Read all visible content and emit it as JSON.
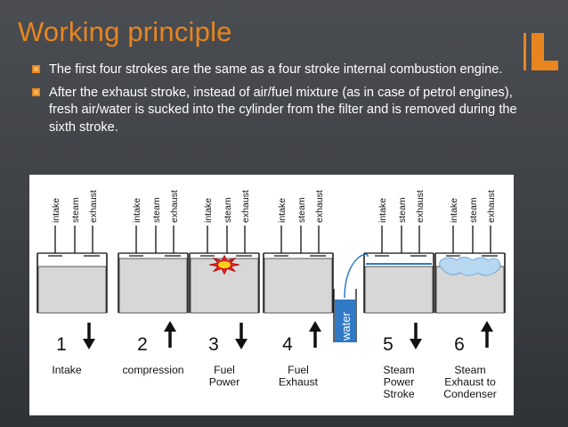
{
  "title": "Working principle",
  "bullets": [
    "The first four strokes are the same as a four stroke internal combustion engine.",
    "After the exhaust stroke, instead of air/fuel mixture (as in case of petrol engines), fresh air/water is sucked into the cylinder from the filter and is removed during the sixth stroke."
  ],
  "diagram": {
    "valve_labels": [
      "intake",
      "steam",
      "exhaust"
    ],
    "water_label": "water",
    "strokes": [
      {
        "number": "1",
        "caption": [
          "Intake"
        ],
        "arrow": "down",
        "top": "none"
      },
      {
        "number": "2",
        "caption": [
          "compression"
        ],
        "arrow": "up",
        "top": "none"
      },
      {
        "number": "3",
        "caption": [
          "Fuel",
          "Power"
        ],
        "arrow": "down",
        "top": "explosion"
      },
      {
        "number": "4",
        "caption": [
          "Fuel",
          "Exhaust"
        ],
        "arrow": "up",
        "top": "none"
      },
      {
        "number": "5",
        "caption": [
          "Steam",
          "Power",
          "Stroke"
        ],
        "arrow": "down",
        "top": "water-line"
      },
      {
        "number": "6",
        "caption": [
          "Steam",
          "Exhaust to",
          "Condenser"
        ],
        "arrow": "up",
        "top": "steam"
      }
    ],
    "colors": {
      "piston": "#d7d7d7",
      "accent": "#e8851f",
      "water": "#2f79c5",
      "steam": "#b8d8f2",
      "explosion": "#e62020"
    }
  }
}
